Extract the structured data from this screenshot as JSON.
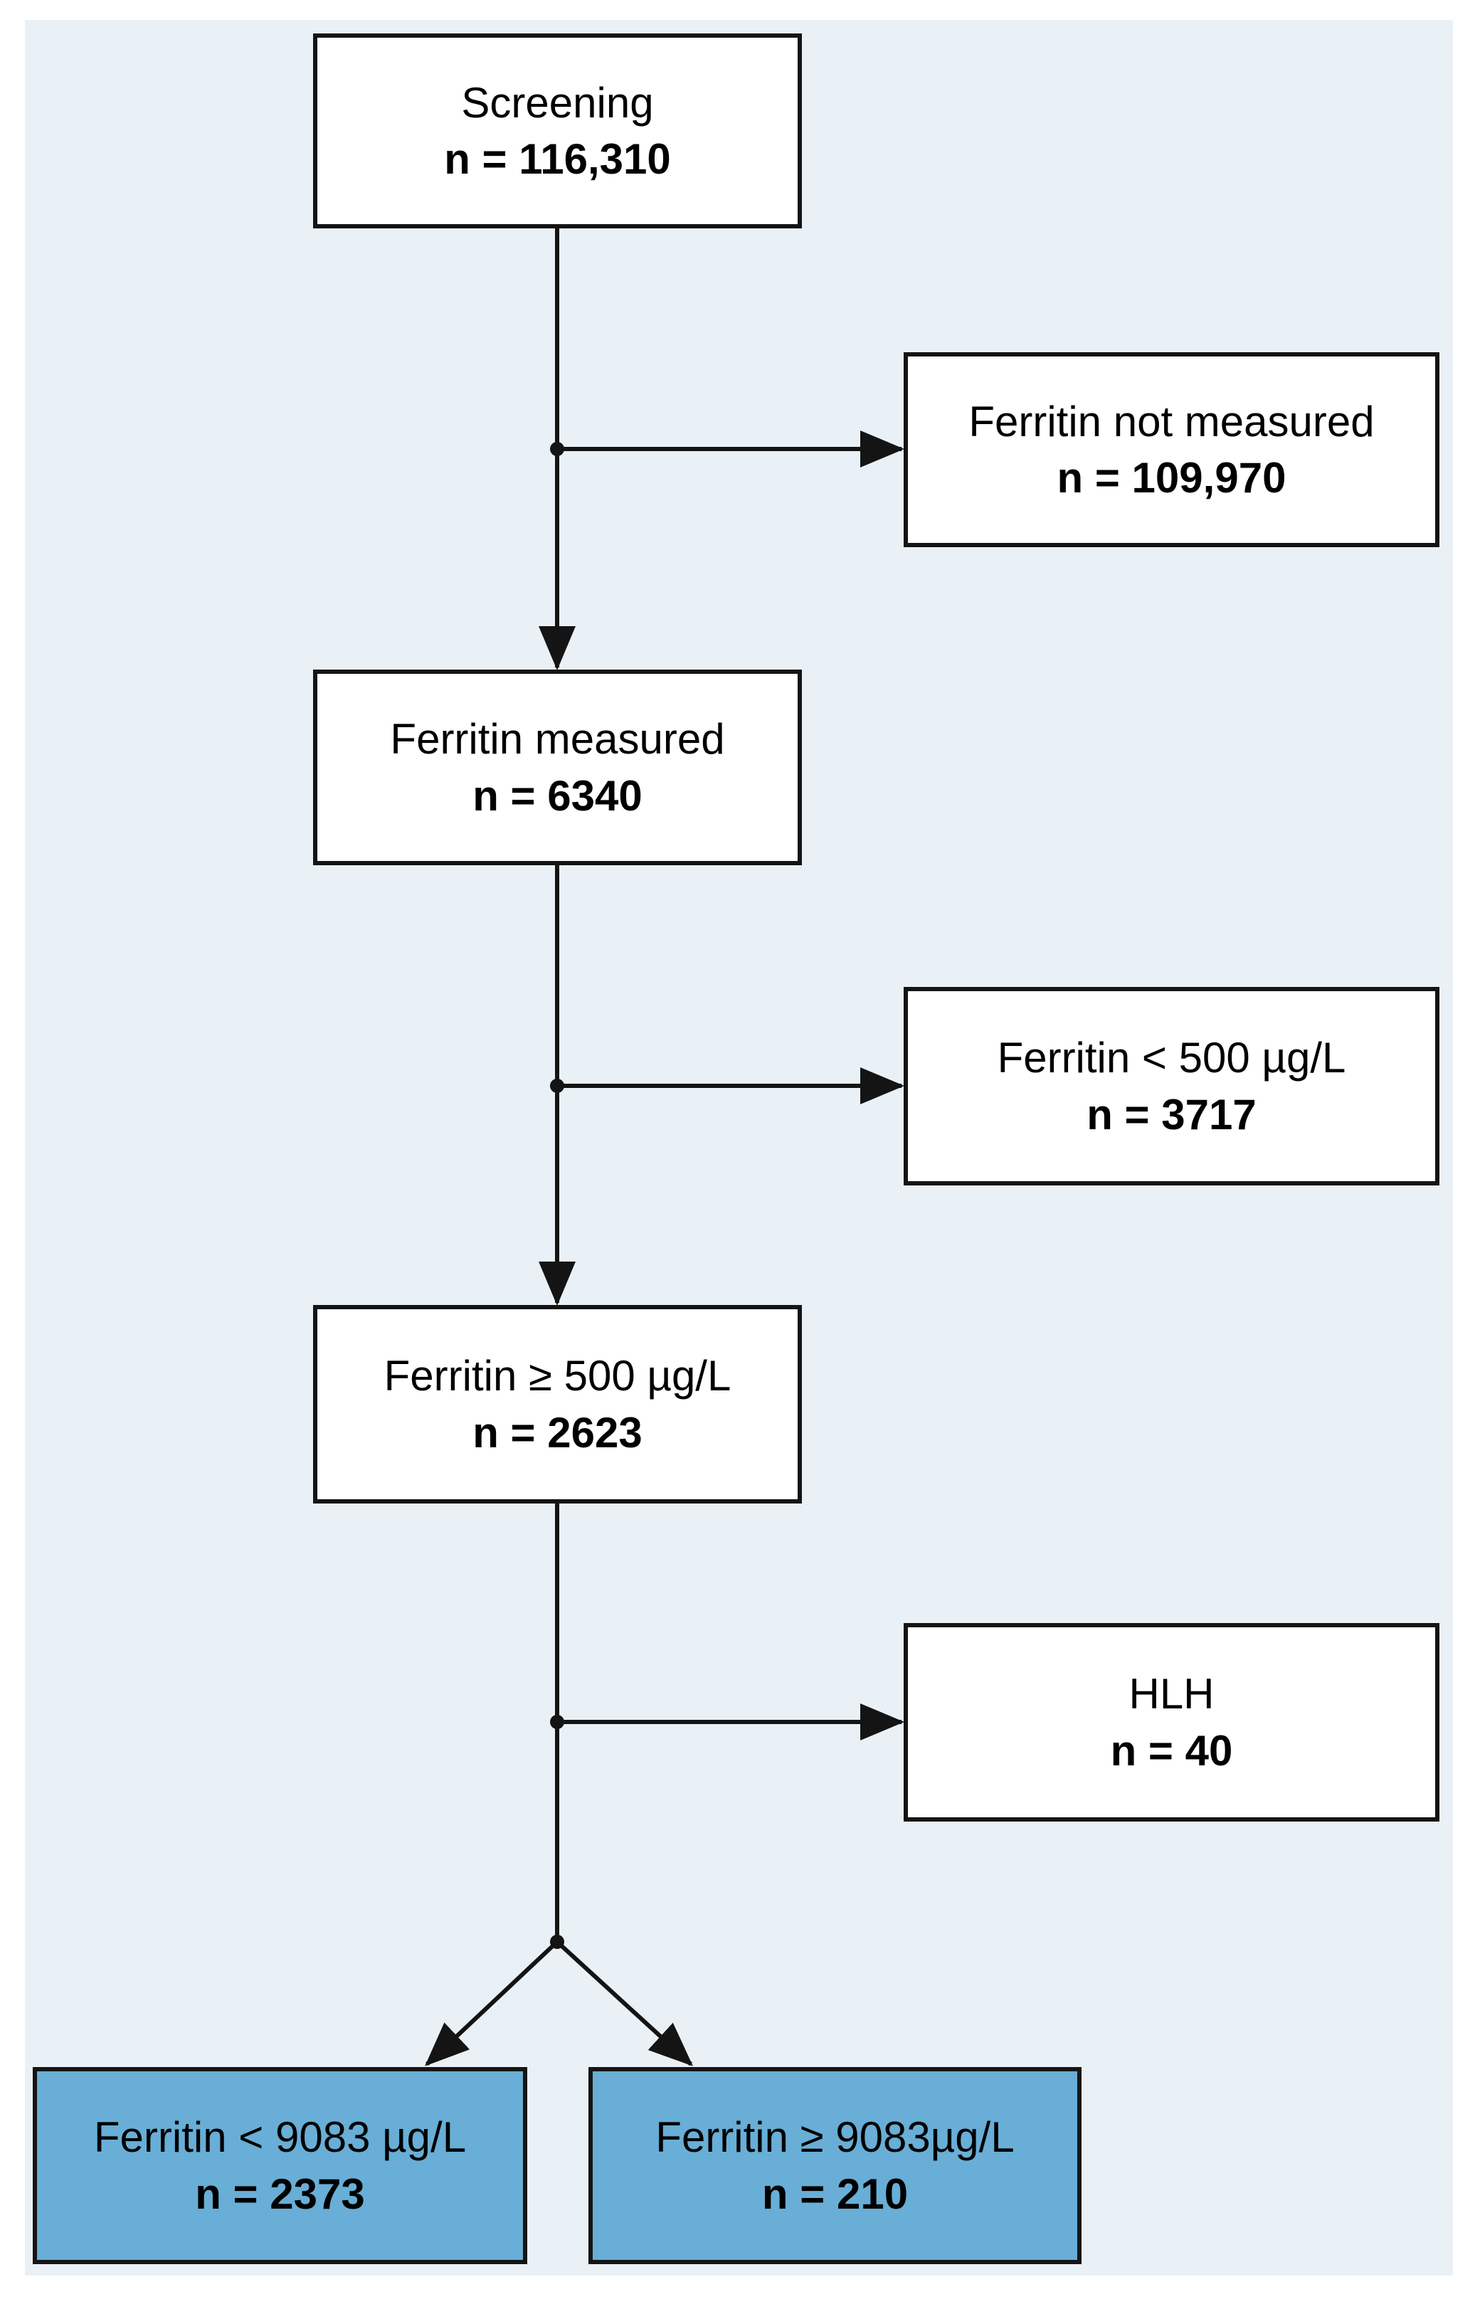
{
  "colors": {
    "panel_background": "#eaf1f6",
    "line_color": "#141414",
    "box_fill_white": "#ffffff",
    "box_fill_blue": "#68aed6",
    "text_color": "#000000"
  },
  "flowchart": {
    "nodes": [
      {
        "id": "screening",
        "label": "Screening",
        "count": "n = 116,310"
      },
      {
        "id": "ferritin-not-measured",
        "label": "Ferritin not measured",
        "count": "n = 109,970"
      },
      {
        "id": "ferritin-measured",
        "label": "Ferritin measured",
        "count": "n = 6340"
      },
      {
        "id": "ferritin-lt-500",
        "label": "Ferritin < 500 µg/L",
        "count": "n = 3717"
      },
      {
        "id": "ferritin-ge-500",
        "label": "Ferritin ≥ 500 µg/L",
        "count": "n = 2623"
      },
      {
        "id": "hlh",
        "label": "HLH",
        "count": "n = 40"
      },
      {
        "id": "ferritin-lt-9083",
        "label": "Ferritin < 9083 µg/L",
        "count": "n = 2373"
      },
      {
        "id": "ferritin-ge-9083",
        "label": "Ferritin ≥ 9083µg/L",
        "count": "n = 210"
      }
    ],
    "edges": [
      {
        "from": "screening",
        "to": "ferritin-not-measured"
      },
      {
        "from": "screening",
        "to": "ferritin-measured"
      },
      {
        "from": "ferritin-measured",
        "to": "ferritin-lt-500"
      },
      {
        "from": "ferritin-measured",
        "to": "ferritin-ge-500"
      },
      {
        "from": "ferritin-ge-500",
        "to": "hlh"
      },
      {
        "from": "ferritin-ge-500",
        "to": "ferritin-lt-9083"
      },
      {
        "from": "ferritin-ge-500",
        "to": "ferritin-ge-9083"
      }
    ]
  }
}
